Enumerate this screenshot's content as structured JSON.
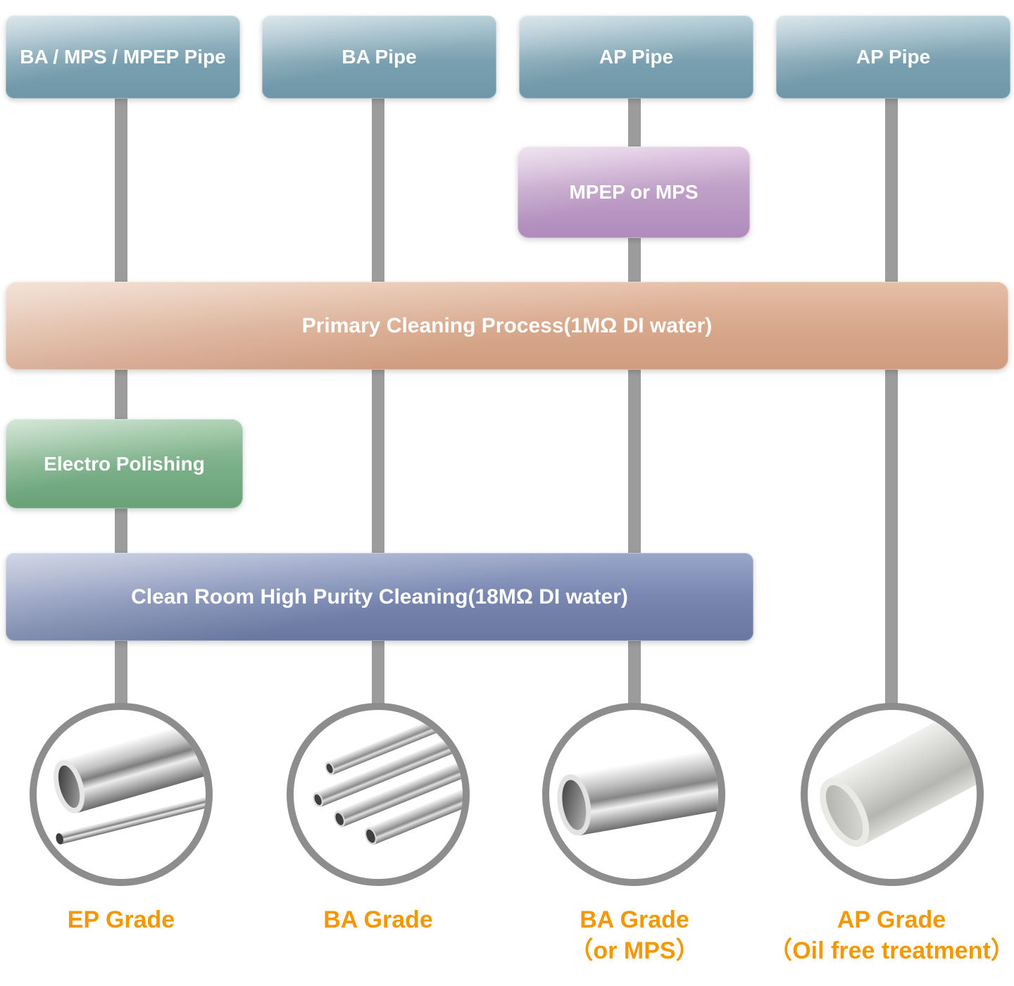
{
  "diagram": {
    "top_boxes": [
      {
        "label": "BA / MPS / MPEP Pipe"
      },
      {
        "label": "BA Pipe"
      },
      {
        "label": "AP Pipe"
      },
      {
        "label": "AP Pipe"
      }
    ],
    "mpep_box": {
      "label": "MPEP or MPS"
    },
    "primary_box": {
      "label": "Primary Cleaning Process(1MΩ DI water)"
    },
    "electro_box": {
      "label": "Electro Polishing"
    },
    "cleanroom_box": {
      "label": "Clean Room High Purity Cleaning(18MΩ DI water)"
    },
    "grades": [
      {
        "line1": "EP Grade",
        "line2": ""
      },
      {
        "line1": "BA Grade",
        "line2": ""
      },
      {
        "line1": "BA Grade",
        "line2": "（or MPS）"
      },
      {
        "line1": "AP Grade",
        "line2": "（Oil free treatment）"
      }
    ],
    "colors": {
      "top_box": "#7aa0b0",
      "mpep_box": "#b791bd",
      "primary_box": "#d8a88c",
      "electro_box": "#7cb089",
      "cleanroom_box": "#7886b0",
      "connector": "#9c9c9c",
      "grade_text": "#f39800",
      "circle_border": "#8d8d8d"
    }
  }
}
